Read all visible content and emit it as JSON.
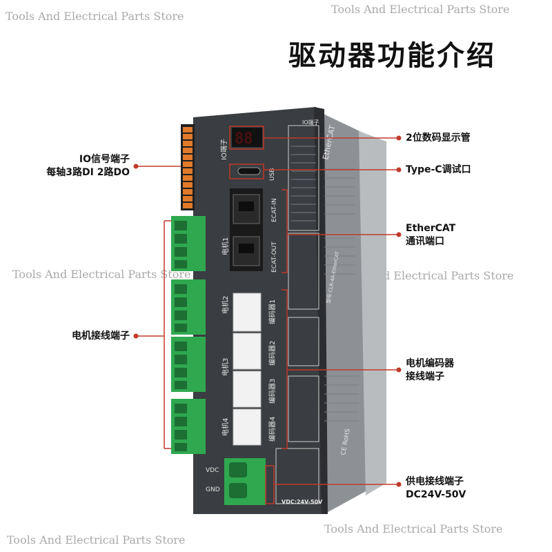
{
  "watermarks": [
    "Tools And Electrical Parts Store",
    "Tools And Electrical Parts Store",
    "Tools And Electrical Parts Store",
    "Tools And Electrical Parts Store",
    "Tools And Electrical Parts Store",
    "Tools And Electrical Parts Store"
  ],
  "title": "驱动器功能介绍",
  "callouts": {
    "io_line1": "IO信号端子",
    "io_line2": "每轴3路DI 2路DO",
    "display": "2位数码显示管",
    "typec": "Type-C调试口",
    "ethercat_line1": "EtherCAT",
    "ethercat_line2": "通讯端口",
    "motor": "电机接线端子",
    "encoder_line1": "电机编码器",
    "encoder_line2": "接线端子",
    "power_line1": "供电接线端子",
    "power_line2": "DC24V-50V"
  },
  "device": {
    "brand": "EtherCAT",
    "io_label": "IO端子",
    "usb_label": "USB",
    "ecat_in": "ECAT-IN",
    "ecat_out": "ECAT-OUT",
    "motors": [
      "电机1",
      "电机2",
      "电机3",
      "电机4"
    ],
    "encoders": [
      "编码器1",
      "编码器2",
      "编码器3",
      "编码器4"
    ],
    "vdc": "VDC",
    "gnd": "GND",
    "power_rating": "VDC:24V-50V",
    "io_panel_title": "IO端子",
    "ecat_model": "型号:CLR-4A-EtherCAT",
    "certs": "CE RoHS"
  },
  "colors": {
    "accent_red": "#c0392b",
    "device_body": "#3a3d41",
    "terminal_green": "#2fa84f",
    "io_orange": "#e07a2a"
  }
}
